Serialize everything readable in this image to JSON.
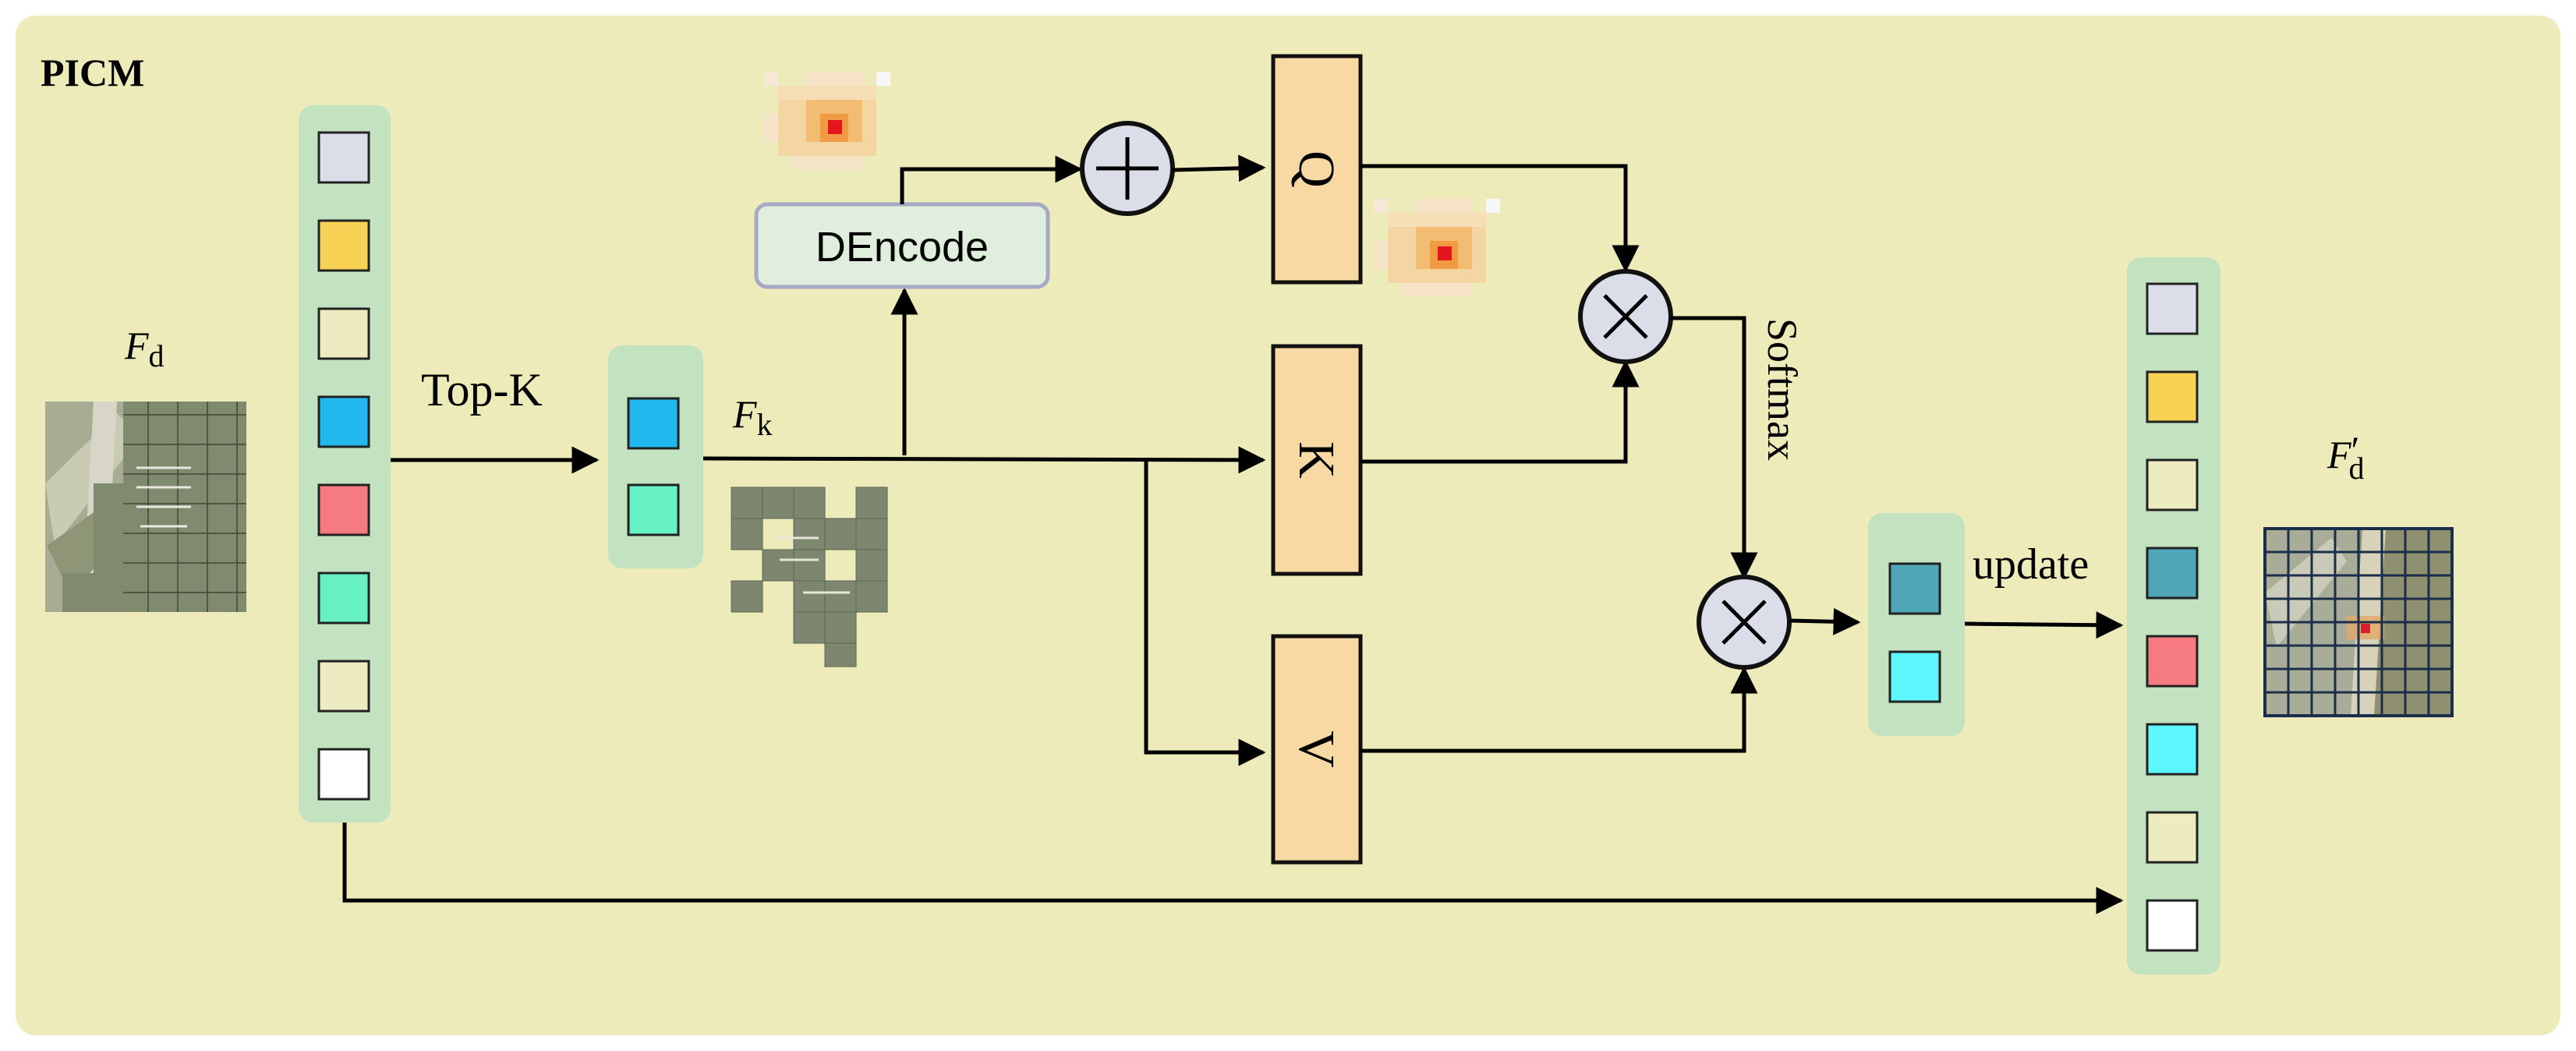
{
  "title": "PICM",
  "labels": {
    "fd": "F",
    "fd_sub": "d",
    "fd_prime": "F",
    "fd_prime_sub": "d",
    "fd_prime_mark": "′",
    "fk": "F",
    "fk_sub": "k",
    "topk": "Top-K",
    "dencode": "DEncode",
    "q": "Q",
    "k": "K",
    "v": "V",
    "softmax": "Softmax",
    "update": "update"
  },
  "colors": {
    "panel": "#ecebb9",
    "token_column": "#c3e3c0",
    "qkv_fill": "#f8d9a3",
    "dencode_fill": "#dfeedd",
    "dencode_border": "#a7a8c6"
  },
  "input_tokens": [
    "#dbdde8",
    "#f8d254",
    "#edebc0",
    "#22b8ed",
    "#f57a82",
    "#66f0c4",
    "#edebc0",
    "#ffffff"
  ],
  "topk_tokens": [
    "#22b8ed",
    "#66f0c4"
  ],
  "attended_tokens": [
    "#4fa6b6",
    "#5cf6fc"
  ],
  "output_tokens": [
    "#dbdde8",
    "#f8d254",
    "#edebc0",
    "#4fa6b6",
    "#f57a82",
    "#5cf6fc",
    "#edebc0",
    "#ffffff"
  ]
}
